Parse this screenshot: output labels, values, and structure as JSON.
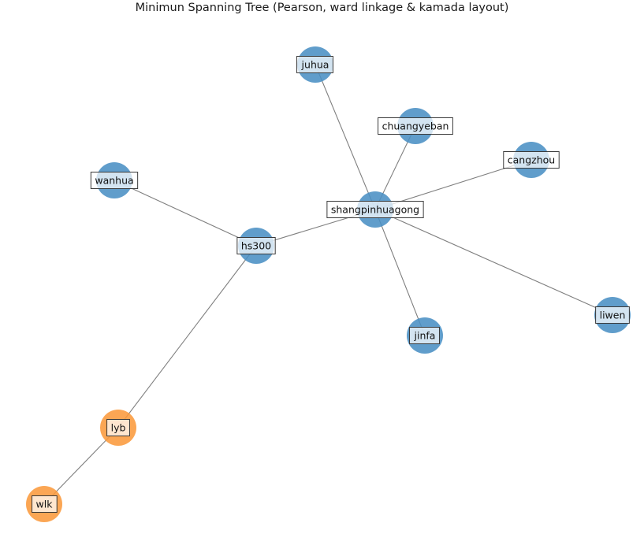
{
  "title": "Minimun Spanning Tree (Pearson, ward linkage & kamada layout)",
  "colors": {
    "cluster_blue": "#4a8fc4",
    "cluster_orange": "#fb9a3c",
    "edge": "#7f7f7f"
  },
  "nodes": [
    {
      "id": "juhua",
      "cluster": "blue"
    },
    {
      "id": "chuangyeban",
      "cluster": "blue"
    },
    {
      "id": "cangzhou",
      "cluster": "blue"
    },
    {
      "id": "wanhua",
      "cluster": "blue"
    },
    {
      "id": "shangpinhuagong",
      "cluster": "blue"
    },
    {
      "id": "hs300",
      "cluster": "blue"
    },
    {
      "id": "liwen",
      "cluster": "blue"
    },
    {
      "id": "jinfa",
      "cluster": "blue"
    },
    {
      "id": "lyb",
      "cluster": "orange"
    },
    {
      "id": "wlk",
      "cluster": "orange"
    }
  ],
  "edges": [
    [
      "juhua",
      "shangpinhuagong"
    ],
    [
      "chuangyeban",
      "shangpinhuagong"
    ],
    [
      "cangzhou",
      "shangpinhuagong"
    ],
    [
      "liwen",
      "shangpinhuagong"
    ],
    [
      "jinfa",
      "shangpinhuagong"
    ],
    [
      "hs300",
      "shangpinhuagong"
    ],
    [
      "wanhua",
      "hs300"
    ],
    [
      "hs300",
      "lyb"
    ],
    [
      "lyb",
      "wlk"
    ]
  ]
}
